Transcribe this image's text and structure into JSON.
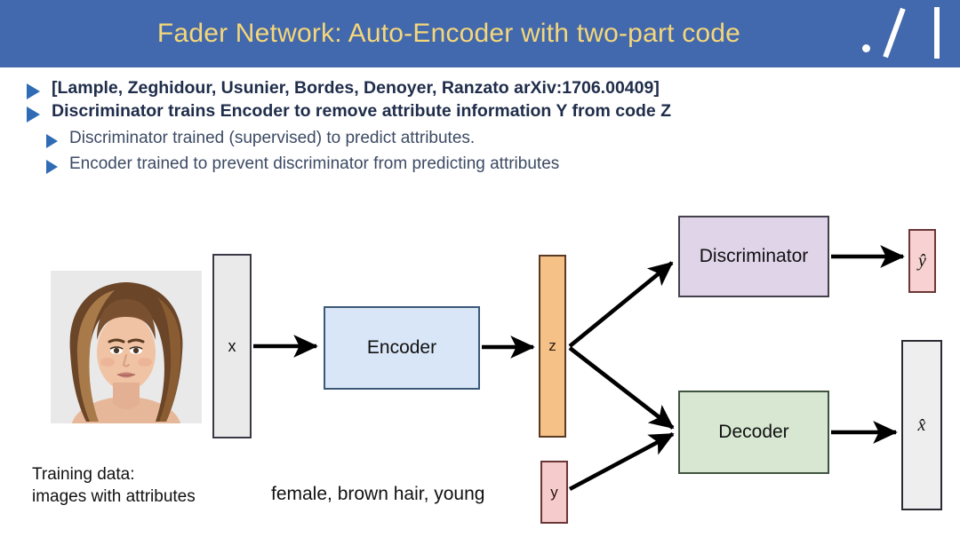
{
  "slide": {
    "title": "Fader Network: Auto-Encoder with two-part code",
    "title_bg": "#4268ad",
    "title_color": "#f5d77a",
    "decorations": [
      "dot",
      "backslash",
      "vertical-bar"
    ]
  },
  "bullets": [
    {
      "level": 1,
      "text": "[Lample, Zeghidour, Usunier, Bordes, Denoyer,  Ranzato arXiv:1706.00409]"
    },
    {
      "level": 1,
      "text": "Discriminator trains Encoder to remove attribute information Y from code Z"
    },
    {
      "level": 2,
      "text": "Discriminator trained (supervised) to predict attributes."
    },
    {
      "level": 2,
      "text": "Encoder trained to prevent discriminator from predicting attributes"
    }
  ],
  "diagram": {
    "nodes": {
      "input_photo": {
        "alt": "portrait photo of a woman with long brown hair"
      },
      "x": {
        "label": "x",
        "fill": "#eaeaea"
      },
      "encoder": {
        "label": "Encoder",
        "fill": "#d9e6f7"
      },
      "z": {
        "label": "z",
        "fill": "#f5c187"
      },
      "y": {
        "label": "y",
        "fill": "#f6cbcb"
      },
      "discriminator": {
        "label": "Discriminator",
        "fill": "#e0d4e9"
      },
      "decoder": {
        "label": "Decoder",
        "fill": "#d7e7d2"
      },
      "y_hat": {
        "label": "ŷ",
        "fill": "#f8d2d2"
      },
      "x_hat": {
        "label": "x̂",
        "fill": "#eeeeee"
      }
    },
    "edges": [
      {
        "from": "x",
        "to": "encoder"
      },
      {
        "from": "encoder",
        "to": "z"
      },
      {
        "from": "z",
        "to": "discriminator"
      },
      {
        "from": "z",
        "to": "decoder"
      },
      {
        "from": "y",
        "to": "decoder"
      },
      {
        "from": "discriminator",
        "to": "y_hat"
      },
      {
        "from": "decoder",
        "to": "x_hat"
      }
    ],
    "captions": {
      "training_line1": "Training data:",
      "training_line2": "images with attributes",
      "attributes": "female, brown hair, young"
    }
  }
}
